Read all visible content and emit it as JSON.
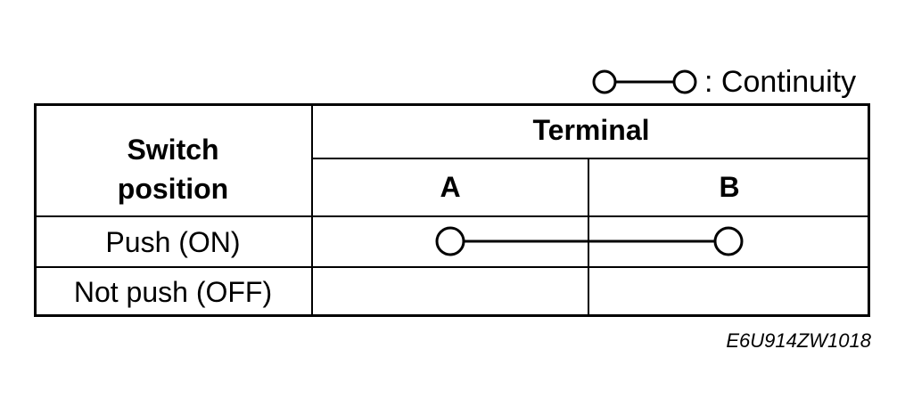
{
  "legend": {
    "label": ": Continuity"
  },
  "table": {
    "header_switch": "Switch position",
    "header_terminal": "Terminal",
    "terminal_a": "A",
    "terminal_b": "B",
    "rows": [
      {
        "position": "Push (ON)",
        "continuity": "A-B"
      },
      {
        "position": "Not push (OFF)",
        "continuity": ""
      }
    ]
  },
  "figure_code": "E6U914ZW1018"
}
